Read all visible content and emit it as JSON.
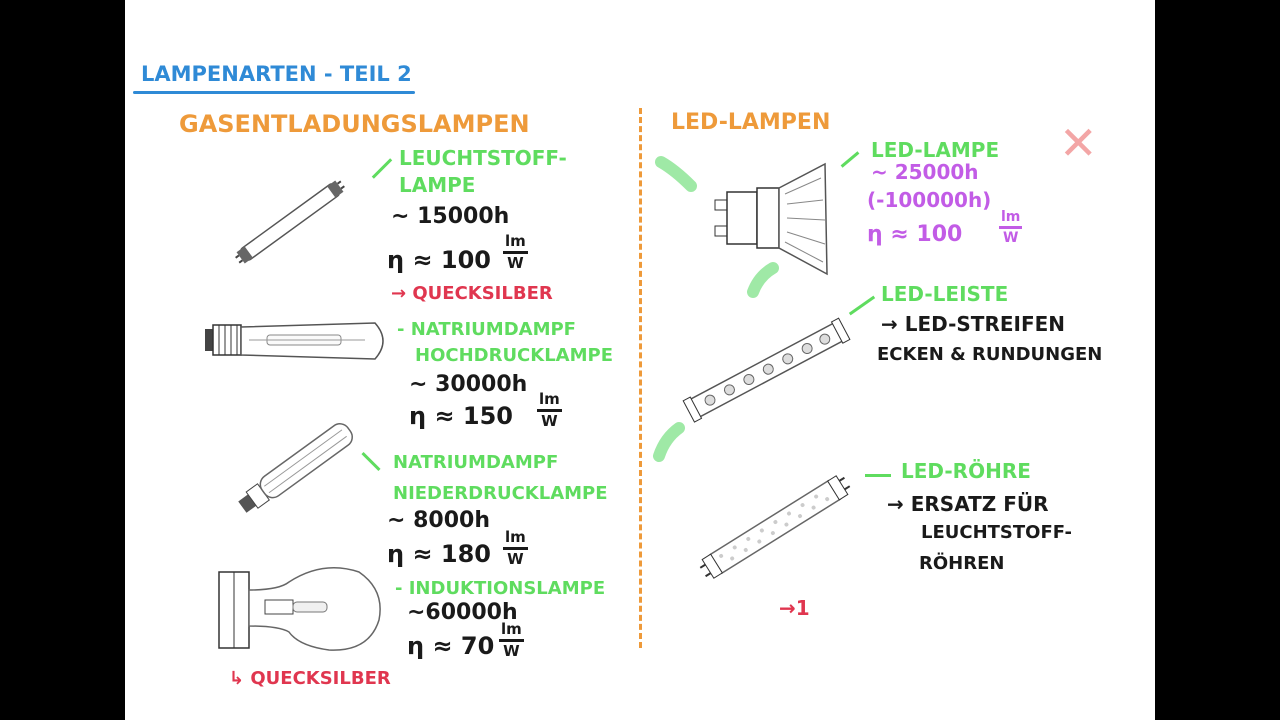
{
  "title": "LAMPENARTEN - TEIL 2",
  "left": {
    "heading": "GASENTLADUNGSLAMPEN",
    "lamps": [
      {
        "name_line1": "LEUCHTSTOFF-",
        "name_line2": "LAMPE",
        "life": "~ 15000h",
        "eff": "η ≈ 100",
        "note": "→ QUECKSILBER"
      },
      {
        "name_line1": "- NATRIUMDAMPF",
        "name_line2": "HOCHDRUCKLAMPE",
        "life": "~ 30000h",
        "eff": "η ≈ 150"
      },
      {
        "name_line1": "NATRIUMDAMPF",
        "name_line2": "NIEDERDRUCKLAMPE",
        "life": "~ 8000h",
        "eff": "η ≈ 180"
      },
      {
        "name_line1": "- INDUKTIONSLAMPE",
        "life": "~60000h",
        "eff": "η ≈ 70",
        "note": "↳ QUECKSILBER"
      }
    ]
  },
  "right": {
    "heading": "LED-LAMPEN",
    "cross": "✕",
    "lamps": [
      {
        "name": "LED-LAMPE",
        "life": "~ 25000h",
        "life2": "(-100000h)",
        "eff": "η ≈ 100"
      },
      {
        "name": "LED-LEISTE",
        "note1": "→ LED-STREIFEN",
        "note2": "ECKEN & RUNDUNGEN"
      },
      {
        "name": "LED-RÖHRE",
        "note1": "→ ERSATZ FÜR",
        "note2": "LEUCHTSTOFF-",
        "note3": "RÖHREN"
      }
    ],
    "footnote": "→1"
  },
  "unit_num": "lm",
  "unit_den": "W",
  "colors": {
    "green": "#5fdc5f",
    "orange": "#ee9a3a",
    "blue": "#2f8ad6",
    "red": "#e0364f",
    "purple": "#c25ce6",
    "black": "#1a1a1a"
  }
}
